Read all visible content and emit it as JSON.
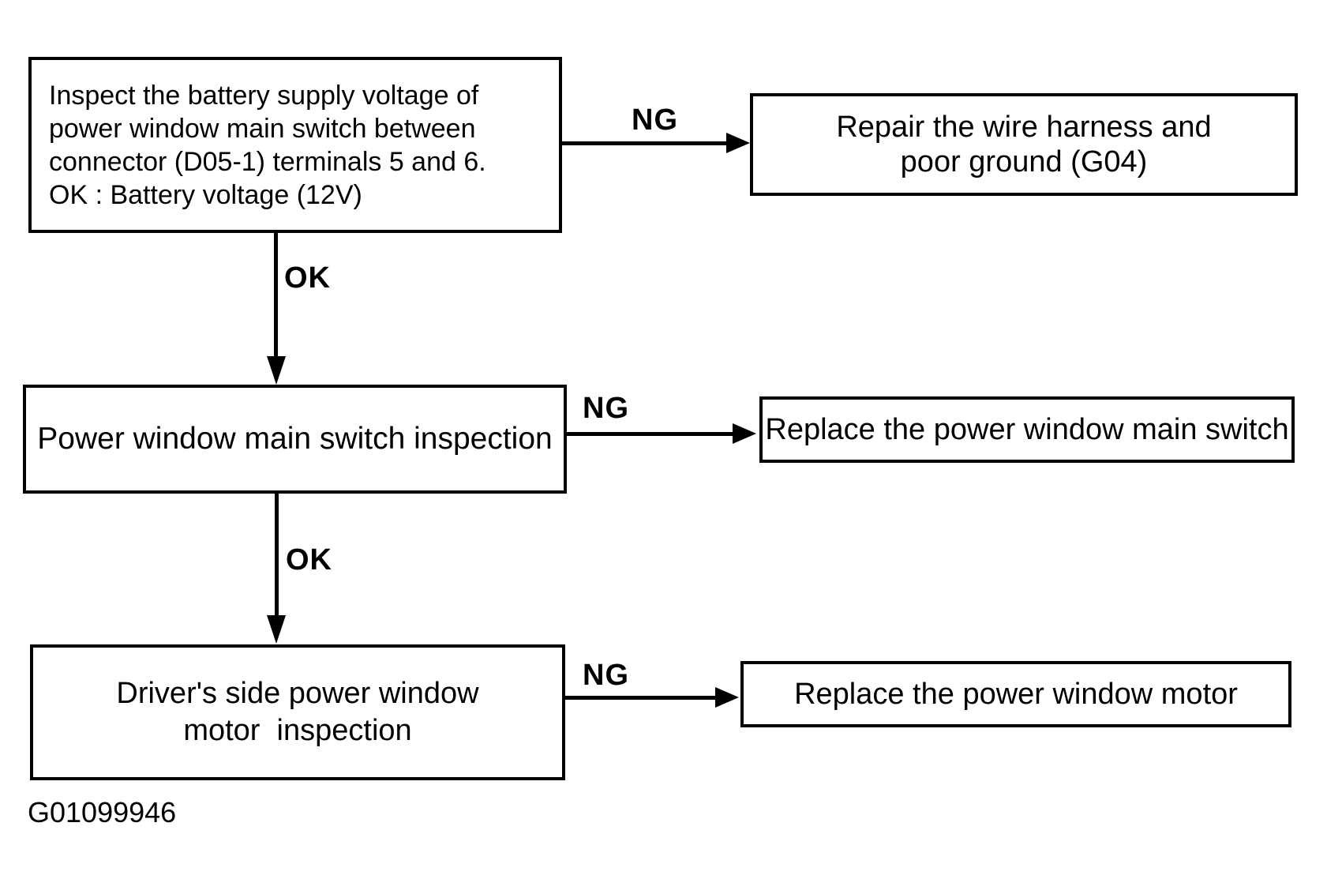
{
  "diagram": {
    "figure_id": "G01099946",
    "colors": {
      "line": "#000000",
      "background": "#ffffff"
    },
    "nodes": {
      "step1": {
        "lines": [
          "Inspect the battery supply voltage of",
          "power window main switch between",
          "connector (D05-1) terminals 5 and 6.",
          "OK : Battery voltage (12V)"
        ]
      },
      "step2": {
        "label": "Power window main switch inspection"
      },
      "step3": {
        "lines": [
          "Driver's side power window",
          "motor  inspection"
        ]
      },
      "result1": {
        "lines": [
          "Repair the wire harness and",
          "poor ground (G04)"
        ]
      },
      "result2": {
        "label": "Replace the power window main switch"
      },
      "result3": {
        "label": "Replace the power window motor"
      }
    },
    "edges": {
      "ng1": {
        "label": "NG"
      },
      "ok1": {
        "label": "OK"
      },
      "ng2": {
        "label": "NG"
      },
      "ok2": {
        "label": "OK"
      },
      "ng3": {
        "label": "NG"
      }
    }
  }
}
